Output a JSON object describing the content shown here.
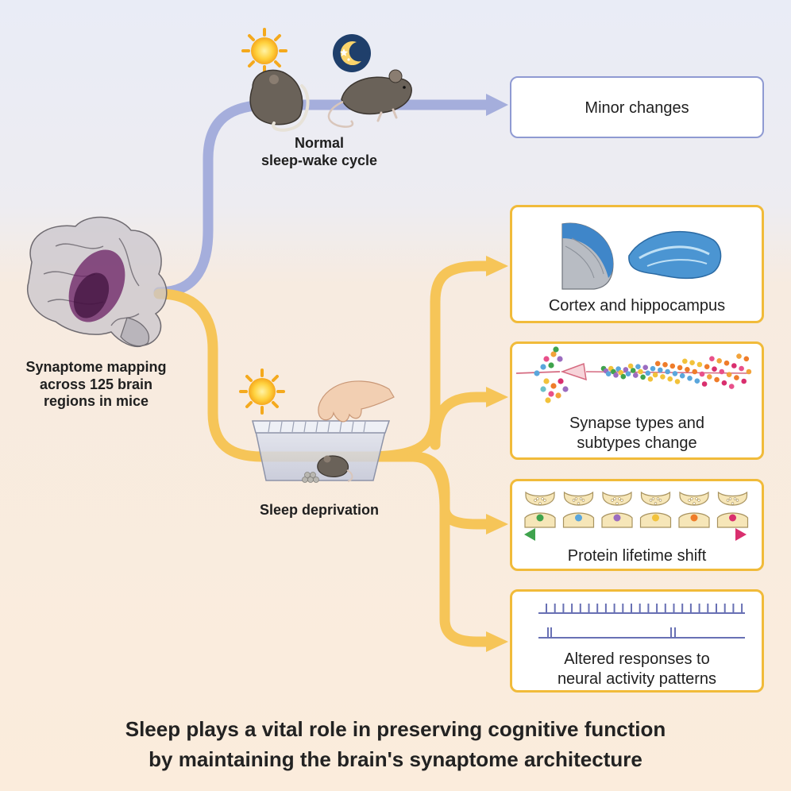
{
  "colors": {
    "normal_path": "#a5aedc",
    "deprivation_path": "#f6c558",
    "box_blue_border": "#8f9ad2",
    "box_yellow_border": "#f1bb3a",
    "spike_color": "#6870b4",
    "brain_highlight": "#6a1f63"
  },
  "icons": {
    "day": "sun-icon",
    "night": "moon-icon"
  },
  "source": {
    "label_lines": [
      "Synaptome mapping",
      "across 125 brain",
      "regions in mice"
    ]
  },
  "normal": {
    "label_lines": [
      "Normal",
      "sleep-wake cycle"
    ],
    "outcome": {
      "label": "Minor changes"
    }
  },
  "deprivation": {
    "label": "Sleep deprivation",
    "outcomes": [
      {
        "id": "cortex",
        "lines": [
          "Cortex and hippocampus"
        ]
      },
      {
        "id": "synapse",
        "lines": [
          "Synapse types and",
          "subtypes change"
        ]
      },
      {
        "id": "protein",
        "lines": [
          "Protein lifetime shift"
        ]
      },
      {
        "id": "activity",
        "lines": [
          "Altered responses to",
          "neural activity patterns"
        ]
      }
    ]
  },
  "protein_synapse_colors": [
    "#3fa34d",
    "#5aa6dc",
    "#9b6cc0",
    "#f2c23a",
    "#ef7c2a",
    "#d92f6e"
  ],
  "summary": {
    "lines": [
      "Sleep plays a vital role in preserving cognitive function",
      "by maintaining the brain's synaptome architecture"
    ]
  }
}
